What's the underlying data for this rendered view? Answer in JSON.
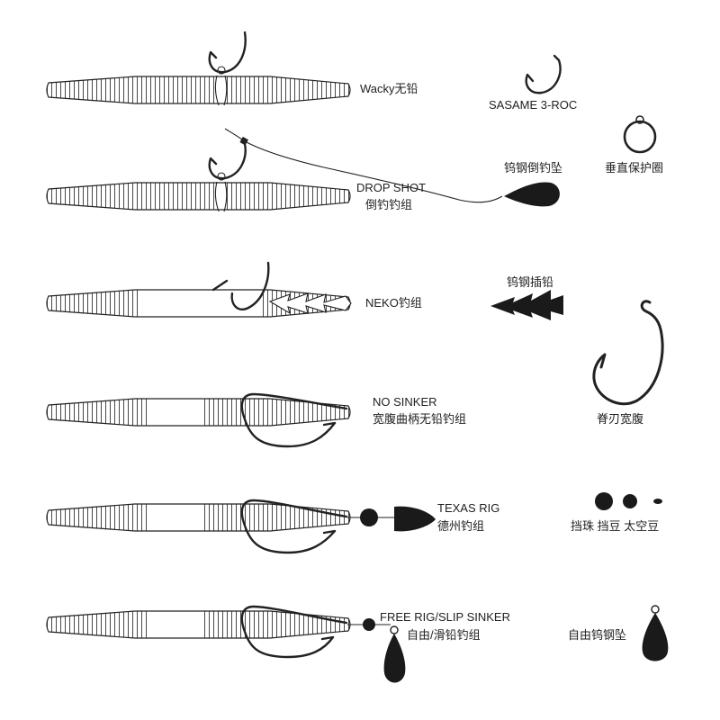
{
  "labels": {
    "wacky": "Wacky无铅",
    "sasame": "SASAME 3-ROC",
    "tungsten_drop_weight": "钨钢倒钓坠",
    "vertical_ring": "垂直保护圈",
    "drop_shot_en": "DROP SHOT",
    "drop_shot_cn": "倒钓钓组",
    "tungsten_insert": "钨钢插铅",
    "neko": "NEKO钓组",
    "no_sinker_en": "NO SINKER",
    "no_sinker_cn": "宽腹曲柄无铅钓组",
    "wide_gap_hook": "脊刃宽腹",
    "texas_en": "TEXAS RIG",
    "texas_cn": "德州钓组",
    "beads": "挡珠 挡豆 太空豆",
    "free_rig_en": "FREE RIG/SLIP SINKER",
    "free_rig_cn": "自由/滑铅钓组",
    "free_weight": "自由钨钢坠"
  },
  "colors": {
    "line": "#222222",
    "weight_fill": "#1a1a1a",
    "background": "#ffffff"
  }
}
